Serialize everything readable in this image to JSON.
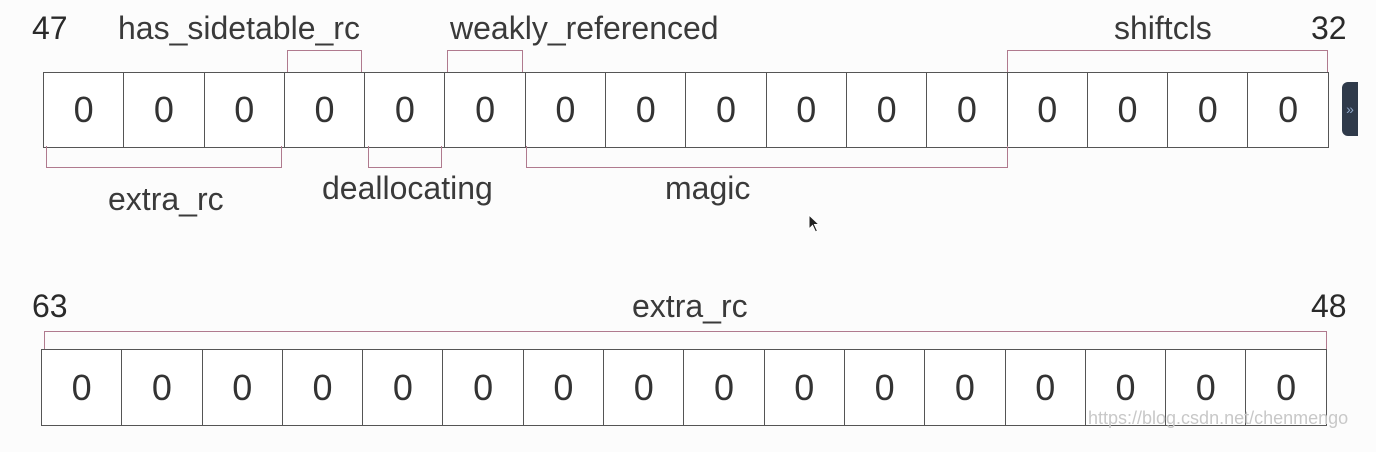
{
  "top_register": {
    "bit_high": "47",
    "bit_low": "32",
    "bits": [
      "0",
      "0",
      "0",
      "0",
      "0",
      "0",
      "0",
      "0",
      "0",
      "0",
      "0",
      "0",
      "0",
      "0",
      "0",
      "0"
    ],
    "fields_above": {
      "has_sidetable_rc": "has_sidetable_rc",
      "weakly_referenced": "weakly_referenced",
      "shiftcls": "shiftcls"
    },
    "fields_below": {
      "extra_rc": "extra_rc",
      "deallocating": "deallocating",
      "magic": "magic"
    }
  },
  "bottom_register": {
    "bit_high": "63",
    "bit_low": "48",
    "bits": [
      "0",
      "0",
      "0",
      "0",
      "0",
      "0",
      "0",
      "0",
      "0",
      "0",
      "0",
      "0",
      "0",
      "0",
      "0",
      "0"
    ],
    "field_above": "extra_rc"
  },
  "watermark": "https://blog.csdn.net/chenmengo",
  "icons": {
    "side_tab": "double-chevron-right-icon",
    "cursor": "mouse-pointer-icon"
  },
  "colors": {
    "bracket": "#b07a8e",
    "cell_border": "#555555",
    "text": "#333333"
  }
}
